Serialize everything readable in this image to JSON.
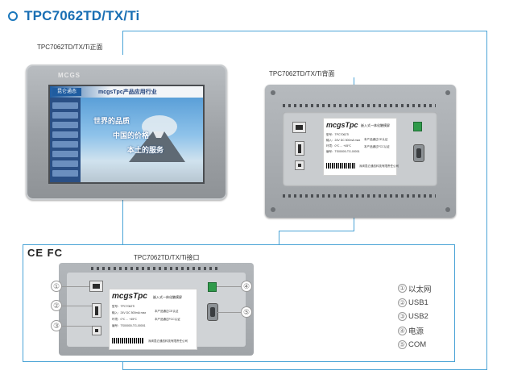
{
  "title": "TPC7062TD/TX/Ti",
  "front": {
    "caption": "TPC7062TD/TX/Ti正面",
    "brand": "MCGS",
    "screen": {
      "logo": "昆仑通态",
      "header_text": "mcgsTpc产品应用行业",
      "slogans": [
        "世界的品质",
        "中国的价格",
        "本土的服务"
      ]
    }
  },
  "back": {
    "caption": "TPC7062TD/TX/Ti背面"
  },
  "interface": {
    "caption": "TPC7062TD/TX/Ti接口",
    "certifications": "CE FC"
  },
  "label": {
    "brand": "mcgsTpc",
    "product_type": "嵌入式一体化触摸屏",
    "model": "型号：TPC7062Ti",
    "input": "输入：24V DC 500mA max",
    "temperature": "环境：0℃ ... +45℃",
    "serial": "编号：TS00000-TG-00001",
    "ce_text": "本产品通过CE认证",
    "fc_text": "本产品通过FCC认证",
    "maker": "深圳昆仑通态科技有限责任公司"
  },
  "markers": [
    "①",
    "②",
    "③",
    "④",
    "⑤"
  ],
  "legend": [
    {
      "num": "①",
      "label": "以太网"
    },
    {
      "num": "②",
      "label": "USB1"
    },
    {
      "num": "③",
      "label": "USB2"
    },
    {
      "num": "④",
      "label": "电源"
    },
    {
      "num": "⑤",
      "label": "COM"
    }
  ],
  "colors": {
    "accent": "#1a6fb4",
    "connector_line": "#4aa3d6"
  }
}
